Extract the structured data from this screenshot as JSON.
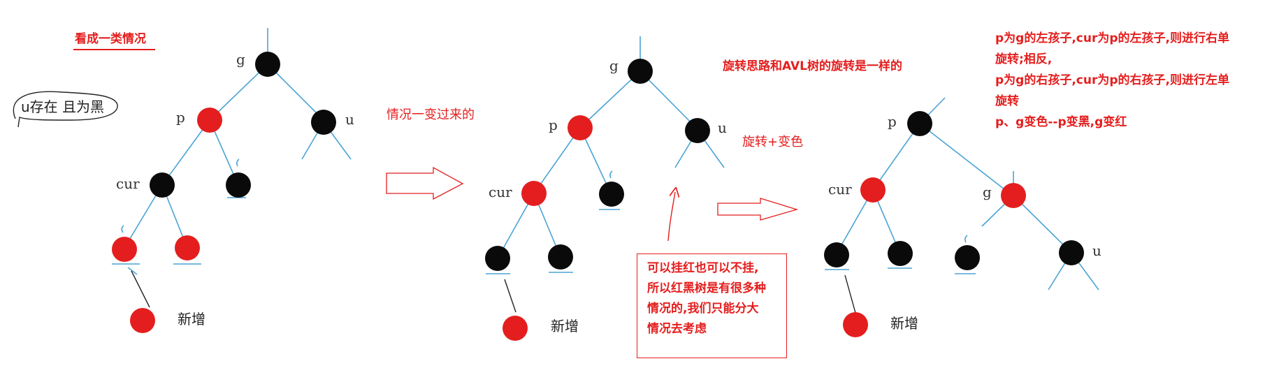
{
  "title_note": "看成一类情况",
  "u_note": "u存在 且为黑",
  "labels": {
    "g": "g",
    "p": "p",
    "u": "u",
    "cur": "cur",
    "new_node": "新增"
  },
  "arrow1_caption": "情况一变过来的",
  "rotation_note": "旋转思路和AVL树的旋转是一样的",
  "rotation_color_caption": "旋转+变色",
  "box_note": [
    "可以挂红也可以不挂,",
    "所以红黑树是有很多种",
    "情况的,我们只能分大",
    "情况去考虑"
  ],
  "rules": [
    " p为g的左孩子,cur为p的左孩子,则进行右单",
    "旋转;相反,",
    "p为g的右孩子,cur为p的右孩子,则进行左单",
    "旋转",
    "p、g变色--p变黑,g变红"
  ],
  "colors": {
    "red_node": "#e41e1e",
    "black_node": "#0a0a0a",
    "edge": "#4aa3d4",
    "annotation": "#e41e1e"
  }
}
